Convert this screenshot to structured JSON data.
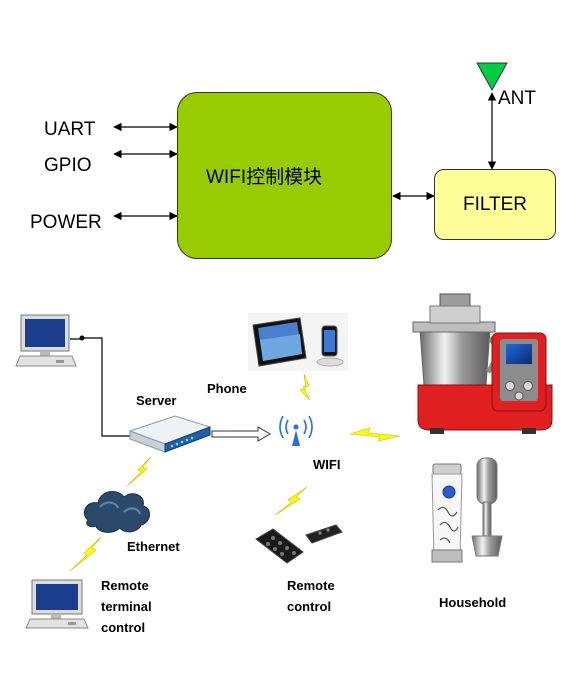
{
  "block": {
    "interfaces": [
      "UART",
      "GPIO",
      "POWER"
    ],
    "module_label": "WIFI控制模块",
    "filter_label": "FILTER",
    "antenna_label": "ANT"
  },
  "network": {
    "server": "Server",
    "phone": "Phone",
    "wifi": "WIFI",
    "ethernet": "Ethernet",
    "remote_terminal": [
      "Remote",
      "terminal",
      "control"
    ],
    "remote_control": [
      "Remote",
      "control"
    ],
    "household": "Household"
  },
  "colors": {
    "module_fill": "#99cc00",
    "filter_fill": "#ffff99",
    "antenna": "#00cc44",
    "lightning": "#ffff00",
    "appliance_red": "#e02020",
    "cloud": "#2b4a6b"
  }
}
